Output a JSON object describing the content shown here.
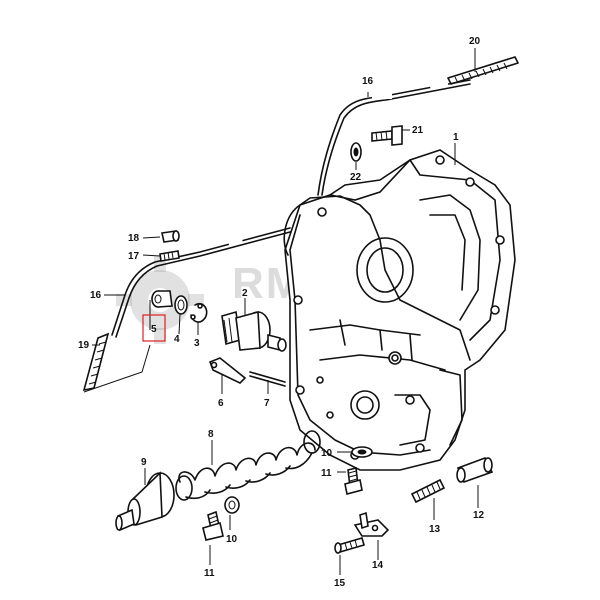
{
  "watermark": {
    "text": "RMPARTS",
    "color": "#9a9a9a"
  },
  "highlight": {
    "part": "5",
    "color": "#e02020"
  },
  "labels": {
    "p1": "1",
    "p2": "2",
    "p3": "3",
    "p4": "4",
    "p5": "5",
    "p6": "6",
    "p7": "7",
    "p8": "8",
    "p9": "9",
    "p10a": "10",
    "p10b": "10",
    "p11a": "11",
    "p11b": "11",
    "p12": "12",
    "p13": "13",
    "p14": "14",
    "p15": "15",
    "p16a": "16",
    "p16b": "16",
    "p17": "17",
    "p18": "18",
    "p19": "19",
    "p20": "20",
    "p21": "21",
    "p22": "22"
  }
}
